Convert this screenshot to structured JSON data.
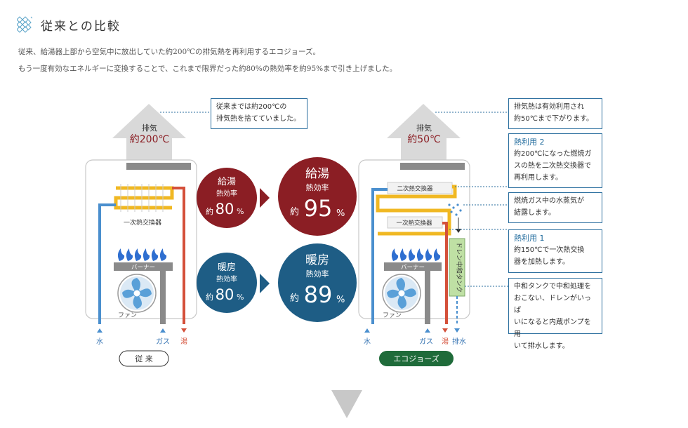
{
  "page": {
    "title": "従来との比較",
    "intro_line1": "従来、給湯器上部から空気中に放出していた約200℃の排気熱を再利用するエコジョーズ。",
    "intro_line2": "もう一度有効なエネルギーに変換することで、これまで限界だった約80%の熱効率を約95%まで引き上げました。"
  },
  "conventional": {
    "badge": "従 来",
    "exhaust_label": "排気",
    "exhaust_temp": "約200℃",
    "exchanger_label": "一次熱交換器",
    "burner_label": "バーナー",
    "fan_label": "ファン",
    "pipe_water": "水",
    "pipe_gas": "ガス",
    "pipe_hot": "湯",
    "callout": [
      "従来までは約200℃の",
      "排気熱を捨てていました。"
    ]
  },
  "ecojozu": {
    "badge": "エコジョーズ",
    "exhaust_label": "排気",
    "exhaust_temp": "約50℃",
    "secondary_label": "二次熱交換器",
    "primary_label": "一次熱交換器",
    "burner_label": "バーナー",
    "fan_label": "ファン",
    "tank_label": "ドレン中和タンク",
    "pipe_water": "水",
    "pipe_gas": "ガス",
    "pipe_hot": "湯",
    "pipe_drain": "排水"
  },
  "efficiency": {
    "hot_water_title": "給湯",
    "heating_title": "暖房",
    "subtitle": "熱効率",
    "prefix": "約",
    "percent": "%",
    "hot_water_old": "80",
    "hot_water_new": "95",
    "heating_old": "80",
    "heating_new": "89"
  },
  "notes": {
    "note1": [
      "排気熱は有効利用され",
      "約50℃まで下がります。"
    ],
    "note2_head": "熱利用 2",
    "note2": [
      "約200℃になった燃焼ガ",
      "スの熱を二次熱交換器で",
      "再利用します。"
    ],
    "note3": [
      "燃焼ガス中の水蒸気が",
      "結露します。"
    ],
    "note4_head": "熱利用 1",
    "note4": [
      "約150℃で一次熱交換",
      "器を加熱します。"
    ],
    "note5": [
      "中和タンクで中和処理を",
      "おこない、ドレンがいっぱ",
      "いになると内蔵ポンプを用",
      "いて排水します。"
    ]
  },
  "colors": {
    "red": "#8b1e24",
    "blue": "#1e5d85",
    "pipe_red": "#d4503a",
    "pipe_blue": "#4a8fce",
    "gold": "#f0b823",
    "green_badge": "#1f6b3a",
    "tank_green": "#bfe0a4"
  },
  "icons": [
    "diamond-pattern-icon",
    "arrow-right-icon",
    "arrow-down-icon",
    "flame-icon",
    "fan-icon"
  ]
}
